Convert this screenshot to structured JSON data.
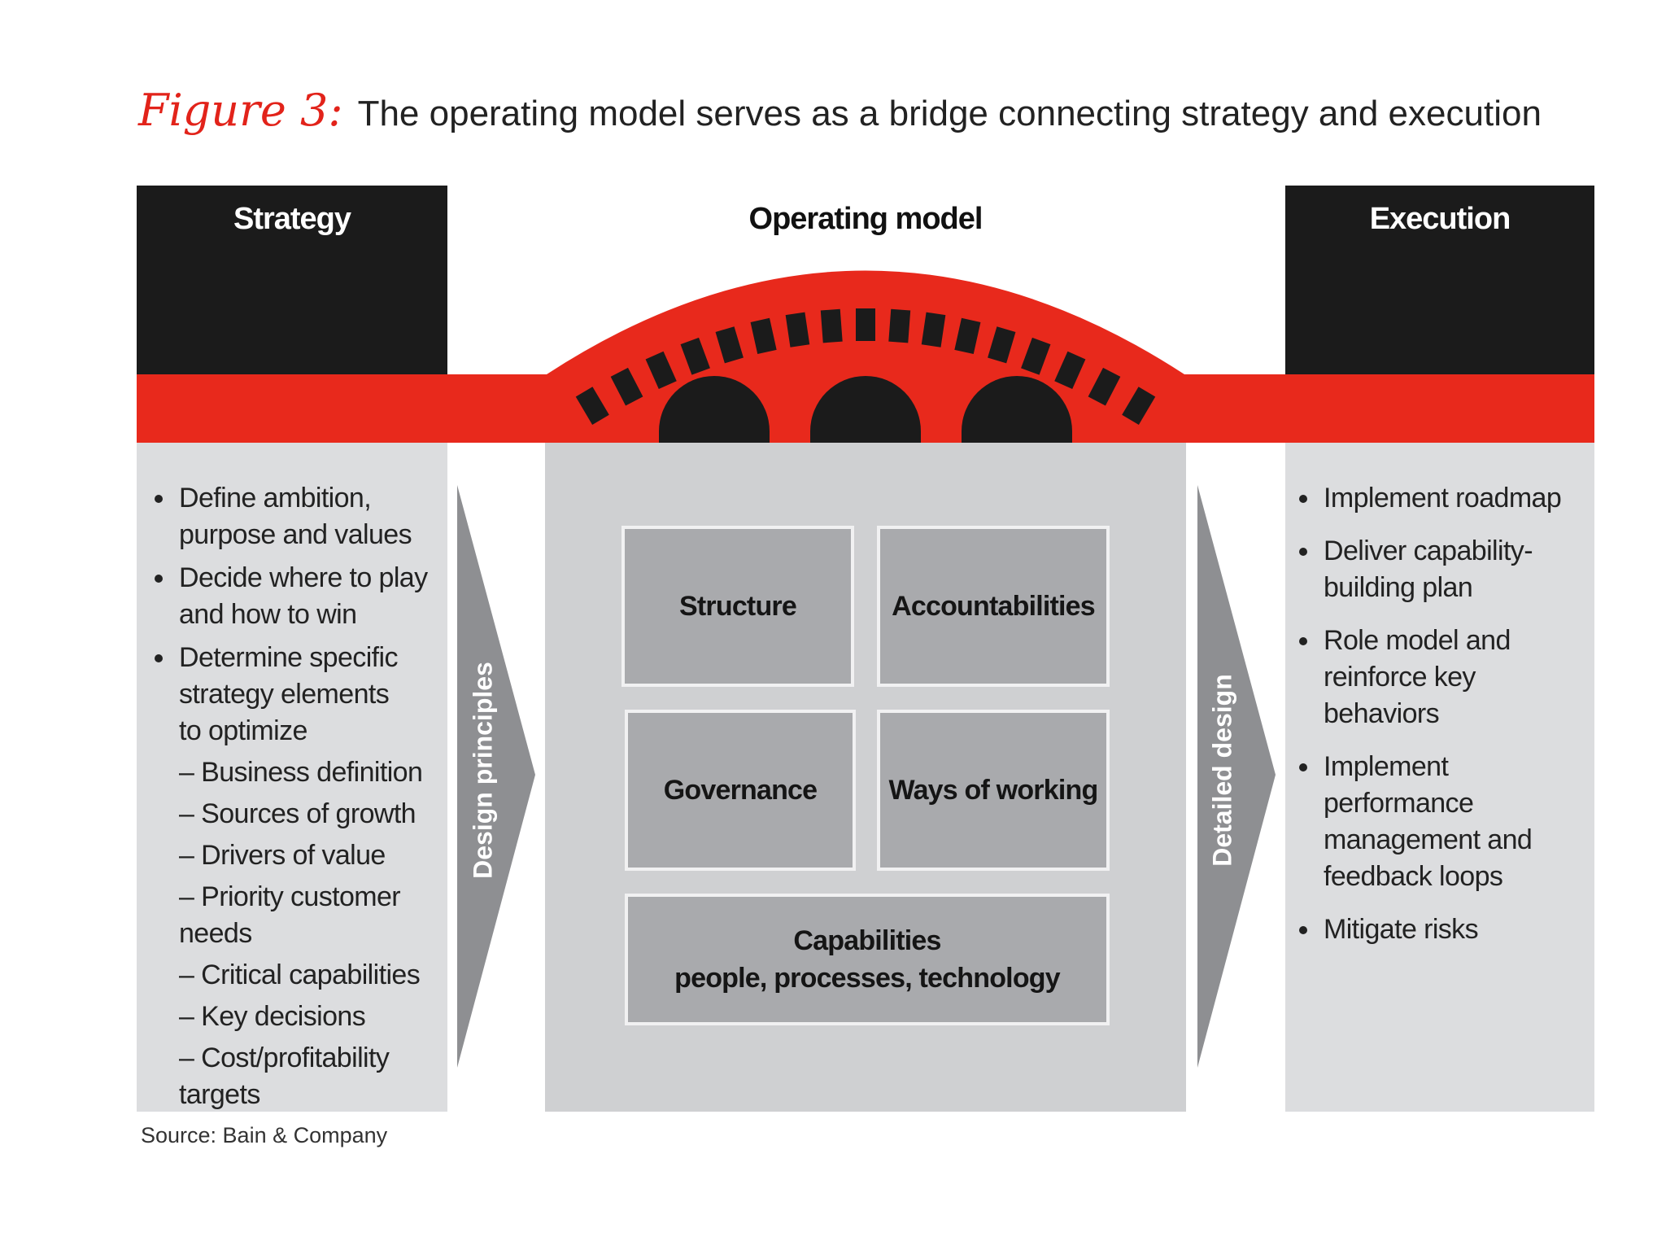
{
  "title": {
    "figure_label": "Figure 3:",
    "text": "The operating model serves as a bridge connecting strategy and execution"
  },
  "columns": {
    "strategy": {
      "header": "Strategy",
      "items": [
        {
          "kind": "bullet",
          "text": "Define ambition,"
        },
        {
          "kind": "cont",
          "text": "purpose and values"
        },
        {
          "kind": "bullet",
          "text": "Decide where to play"
        },
        {
          "kind": "cont",
          "text": "and how to win"
        },
        {
          "kind": "bullet",
          "text": "Determine specific"
        },
        {
          "kind": "cont",
          "text": "strategy elements"
        },
        {
          "kind": "cont",
          "text": "to optimize"
        },
        {
          "kind": "sub",
          "text": "– Business definition"
        },
        {
          "kind": "sub",
          "text": "– Sources of growth"
        },
        {
          "kind": "sub",
          "text": "– Drivers of value"
        },
        {
          "kind": "sub",
          "text": "– Priority customer needs"
        },
        {
          "kind": "sub",
          "text": "– Critical capabilities"
        },
        {
          "kind": "sub",
          "text": "– Key decisions"
        },
        {
          "kind": "sub",
          "text": "– Cost/profitability targets"
        }
      ]
    },
    "operating_model": {
      "header": "Operating model",
      "boxes": {
        "structure": "Structure",
        "accountabilities": "Accountabilities",
        "governance": "Governance",
        "ways_of_working": "Ways of working",
        "capabilities_title": "Capabilities",
        "capabilities_subtitle": "people, processes, technology"
      }
    },
    "execution": {
      "header": "Execution",
      "items": [
        {
          "kind": "bullet",
          "text": "Implement roadmap"
        },
        {
          "kind": "bullet",
          "text": "Deliver capability-"
        },
        {
          "kind": "cont",
          "text": "building plan"
        },
        {
          "kind": "bullet",
          "text": "Role model and"
        },
        {
          "kind": "cont",
          "text": "reinforce key behaviors"
        },
        {
          "kind": "bullet",
          "text": "Implement performance"
        },
        {
          "kind": "cont",
          "text": "management and"
        },
        {
          "kind": "cont",
          "text": "feedback loops"
        },
        {
          "kind": "bullet",
          "text": "Mitigate risks"
        }
      ]
    }
  },
  "arrows": {
    "left": "Design principles",
    "right": "Detailed design"
  },
  "source": "Source: Bain & Company",
  "colors": {
    "red": "#e8291c",
    "black": "#1b1b1b",
    "panel_gray": "#dcdddf",
    "center_gray": "#cfd0d2",
    "box_gray": "#a9aaad",
    "arrow_gray": "#8e8f92"
  }
}
